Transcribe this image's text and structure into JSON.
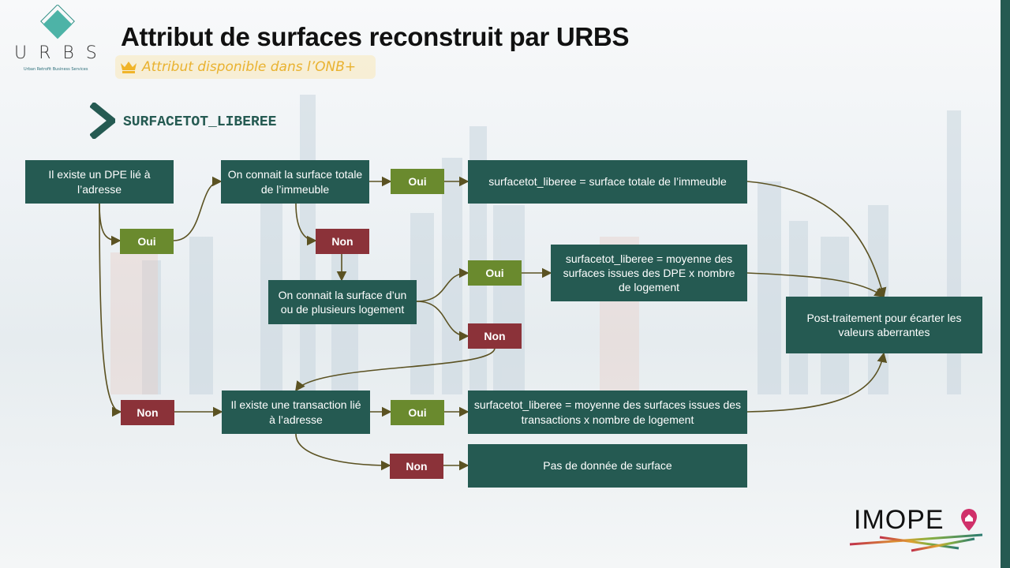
{
  "header": {
    "title": "Attribut de surfaces reconstruit par URBS",
    "badge": "Attribut disponible dans l’ONB+",
    "attribute_name": "SURFACETOT_LIBEREE"
  },
  "logos": {
    "urbs": "U R B S",
    "urbs_subtitle": "Urban Retrofit Business Services",
    "imope": "IMOPE"
  },
  "flow": {
    "dpe": "Il existe un DPE lié à l’adresse",
    "surface_totale": "On connait la surface totale de l’immeuble",
    "result_totale": "surfacetot_liberee = surface totale de l’immeuble",
    "surface_logement": "On connait la surface d’un ou de plusieurs logement",
    "result_dpe": "surfacetot_liberee = moyenne des surfaces issues des DPE x nombre de logement",
    "post": "Post-traitement pour écarter les valeurs aberrantes",
    "transaction": "Il existe une transaction lié à l’adresse",
    "result_transaction": "surfacetot_liberee = moyenne des surfaces issues des transactions x nombre de logement",
    "no_data": "Pas de donnée de surface",
    "yes": "Oui",
    "no": "Non"
  },
  "colors": {
    "box": "#255a52",
    "yes": "#6a8a2e",
    "no": "#8b3239",
    "arrow": "#5b5222"
  }
}
